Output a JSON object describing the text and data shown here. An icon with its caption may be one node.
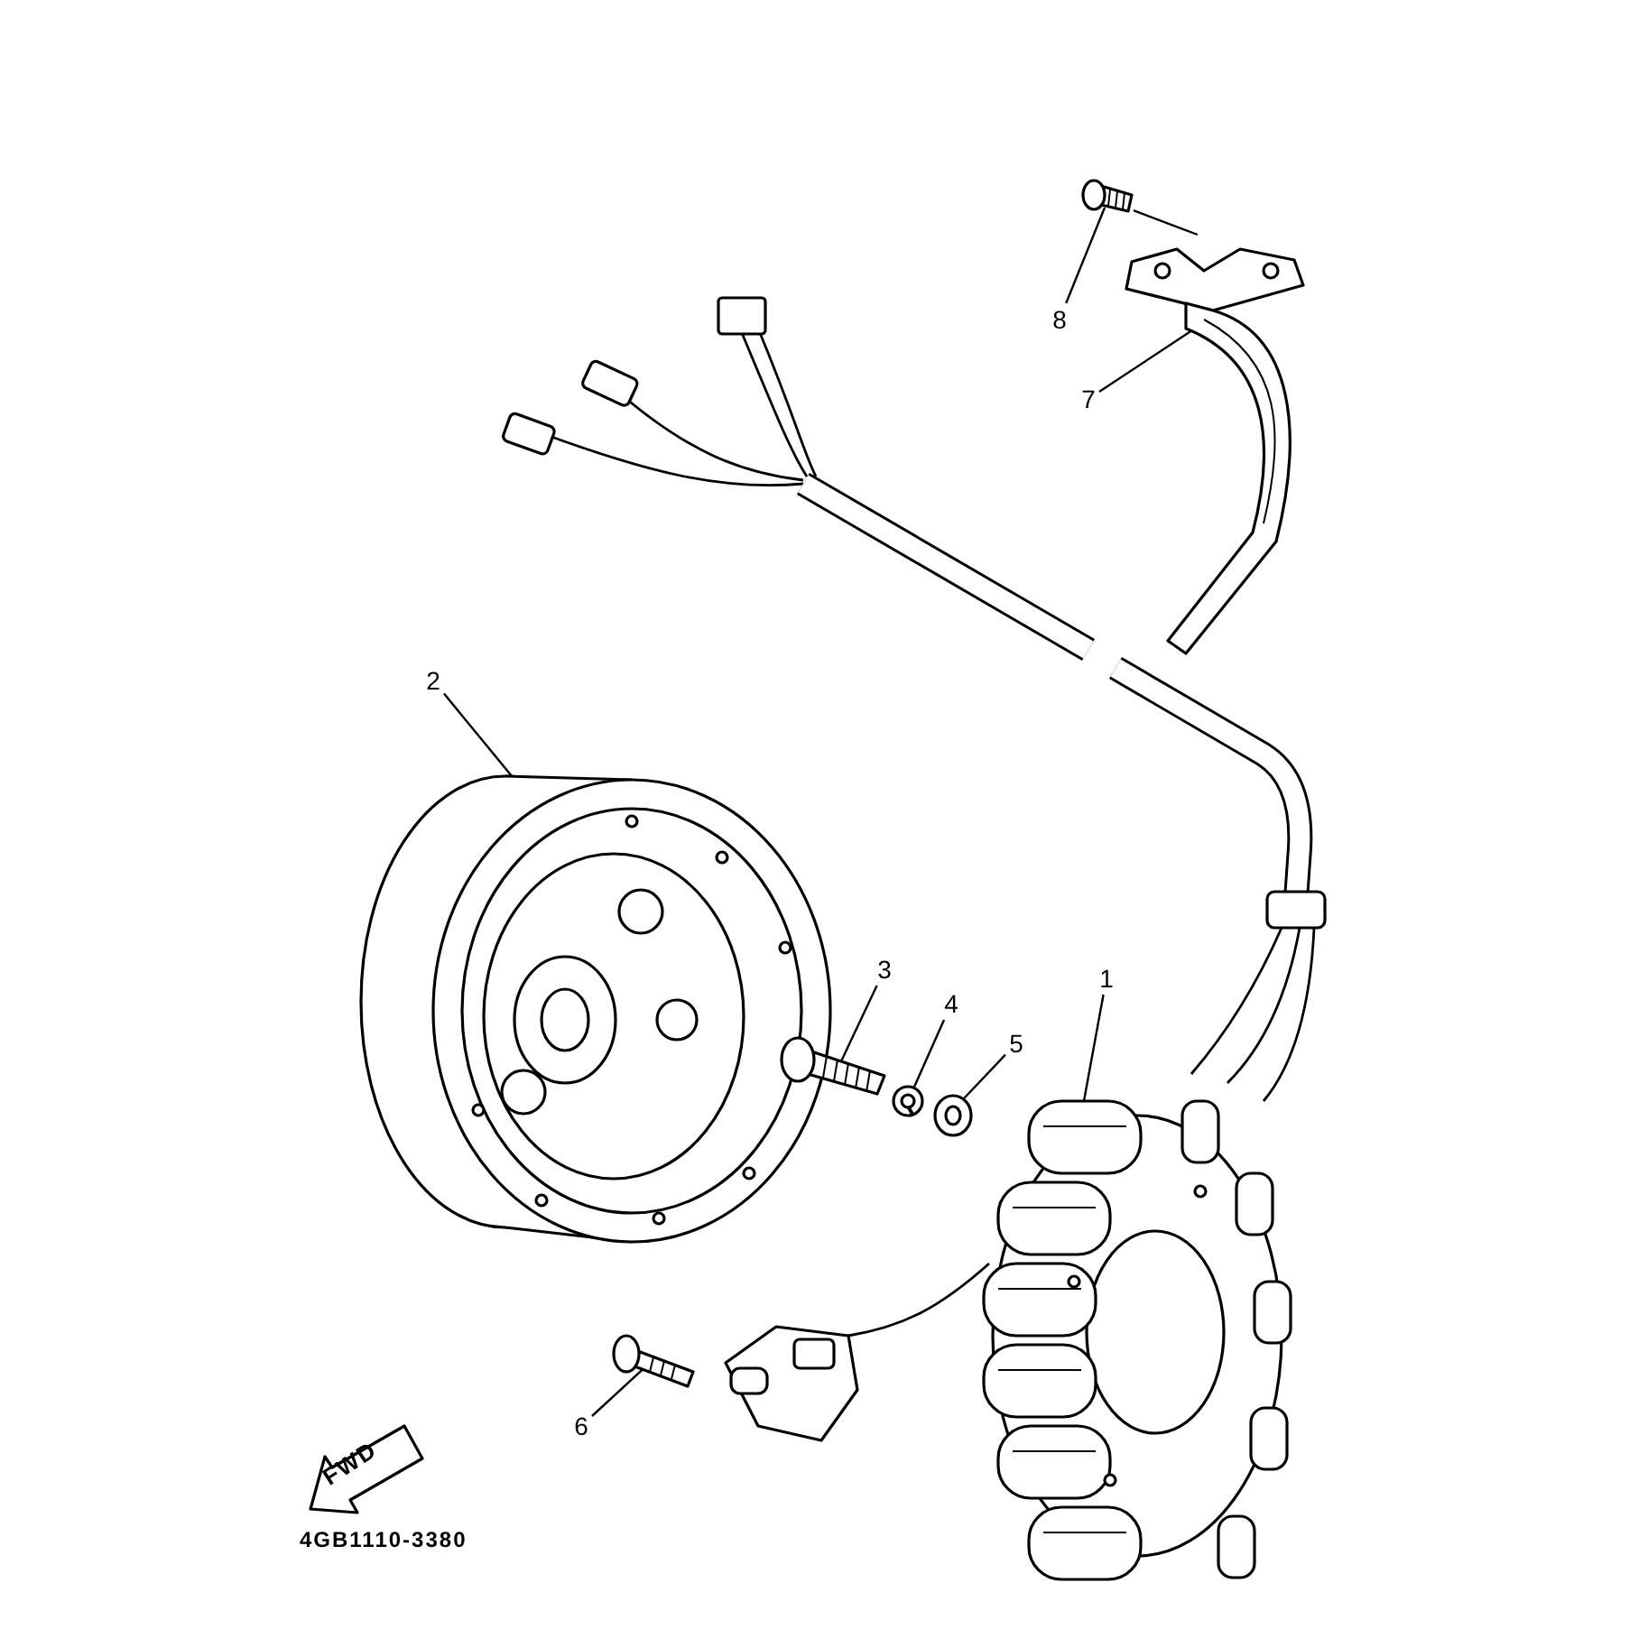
{
  "diagram": {
    "nodes": [
      {
        "text": [
          "1"
        ]
      },
      {
        "text": [
          "2"
        ]
      },
      {
        "text": [
          "3"
        ]
      },
      {
        "text": [
          "4"
        ]
      },
      {
        "text": [
          "5"
        ]
      },
      {
        "text": [
          "6"
        ]
      },
      {
        "text": [
          "7"
        ]
      },
      {
        "text": [
          "8"
        ]
      },
      {
        "text": [],
        "shape": "picture"
      },
      {
        "text": [],
        "shape": "picture"
      },
      {
        "text": [],
        "shape": "picture"
      },
      {
        "text": [],
        "shape": "picture"
      },
      {
        "text": [],
        "shape": "picture"
      },
      {
        "text": [],
        "shape": "picture"
      },
      {
        "text": [],
        "shape": "picture"
      },
      {
        "text": [],
        "shape": "picture"
      }
    ],
    "edges": [
      {
        "from": 0,
        "to": 8,
        "arrow": "none"
      },
      {
        "from": 1,
        "to": 9,
        "arrow": "none"
      },
      {
        "from": 2,
        "to": 10,
        "arrow": "none"
      },
      {
        "from": 3,
        "to": 11,
        "arrow": "none"
      },
      {
        "from": 4,
        "to": 12,
        "arrow": "none"
      },
      {
        "from": 5,
        "to": 13,
        "arrow": "none"
      },
      {
        "from": 6,
        "to": 14,
        "arrow": "none"
      },
      {
        "from": 7,
        "to": 15,
        "arrow": "none"
      },
      {
        "from": 15,
        "to": 14,
        "arrow": "none"
      }
    ],
    "labels": [
      "FWD",
      "4GB1110-3380"
    ]
  }
}
